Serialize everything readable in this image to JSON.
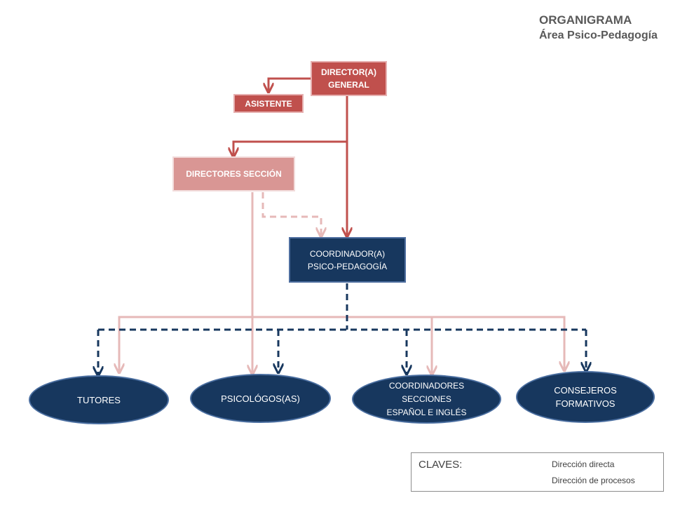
{
  "title": {
    "line1": "ORGANIGRAMA",
    "line2": "Área Psico-Pedagogía"
  },
  "nodes": {
    "director": "DIRECTOR(A)\nGENERAL",
    "asistente": "ASISTENTE",
    "directores_seccion": "DIRECTORES SECCIÓN",
    "coordinador": "COORDINADOR(A)\nPSICO-PEDAGOGÍA",
    "tutores": "TUTORES",
    "psicologos": "PSICOLÓGOS(AS)",
    "coordinadores_secciones": "COORDINADORES\nSECCIONES\nESPAÑOL E INGLÉS",
    "consejeros": "CONSEJEROS\nFORMATIVOS"
  },
  "legend": {
    "title": "CLAVES:",
    "direct": "Dirección directa",
    "process": "Dirección de procesos"
  },
  "colors": {
    "red": "#c0504d",
    "pink": "#d99694",
    "light_pink": "#e6b9b8",
    "navy": "#17375e",
    "legend_gray": "#595959"
  }
}
